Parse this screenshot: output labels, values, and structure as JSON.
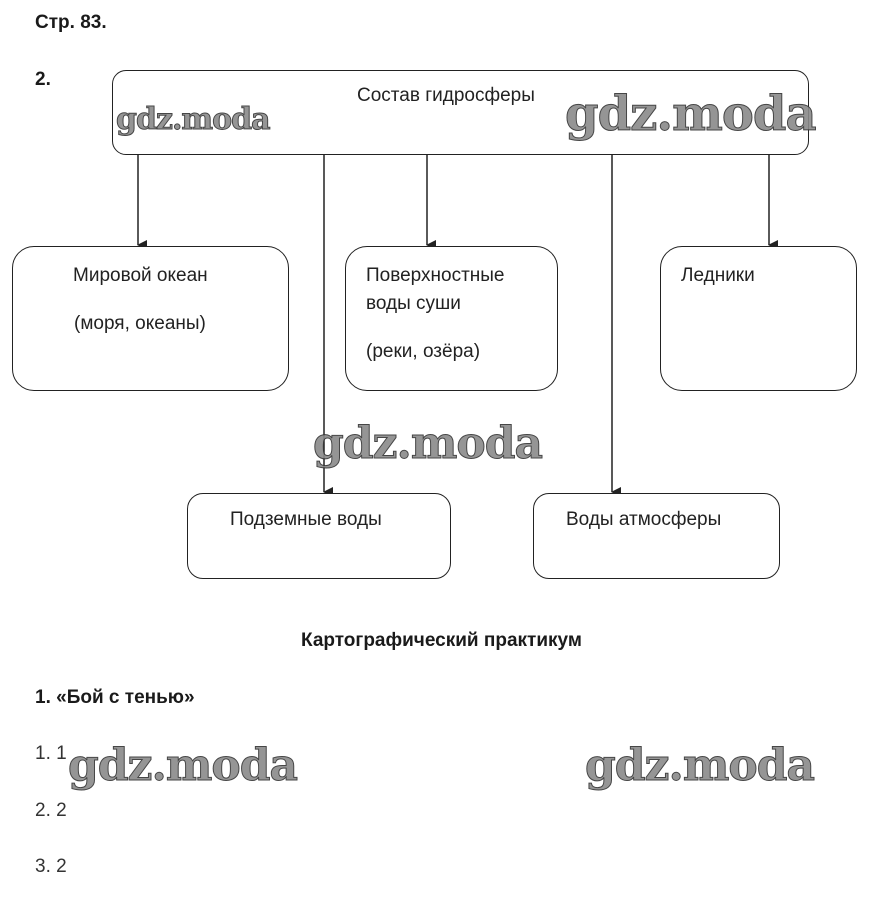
{
  "page": {
    "title": "Стр. 83.",
    "task_number": "2."
  },
  "diagram": {
    "root": "Состав гидросферы",
    "nodes": [
      {
        "id": "ocean",
        "label": "Мировой океан",
        "note": "(моря, океаны)"
      },
      {
        "id": "surface",
        "label": "Поверхностные воды суши",
        "label_line1": "Поверхностные",
        "label_line2": "воды суши",
        "note": "(реки, озёра)"
      },
      {
        "id": "glaciers",
        "label": "Ледники"
      },
      {
        "id": "underground",
        "label": "Подземные воды"
      },
      {
        "id": "atmosphere",
        "label": "Воды атмосферы"
      }
    ]
  },
  "section": {
    "title": "Картографический практикум",
    "exercise_title": "1. «Бой с тенью»",
    "answers": [
      "1. 1",
      "2. 2",
      "3. 2"
    ]
  },
  "watermark": {
    "text": "gdz.moda"
  }
}
